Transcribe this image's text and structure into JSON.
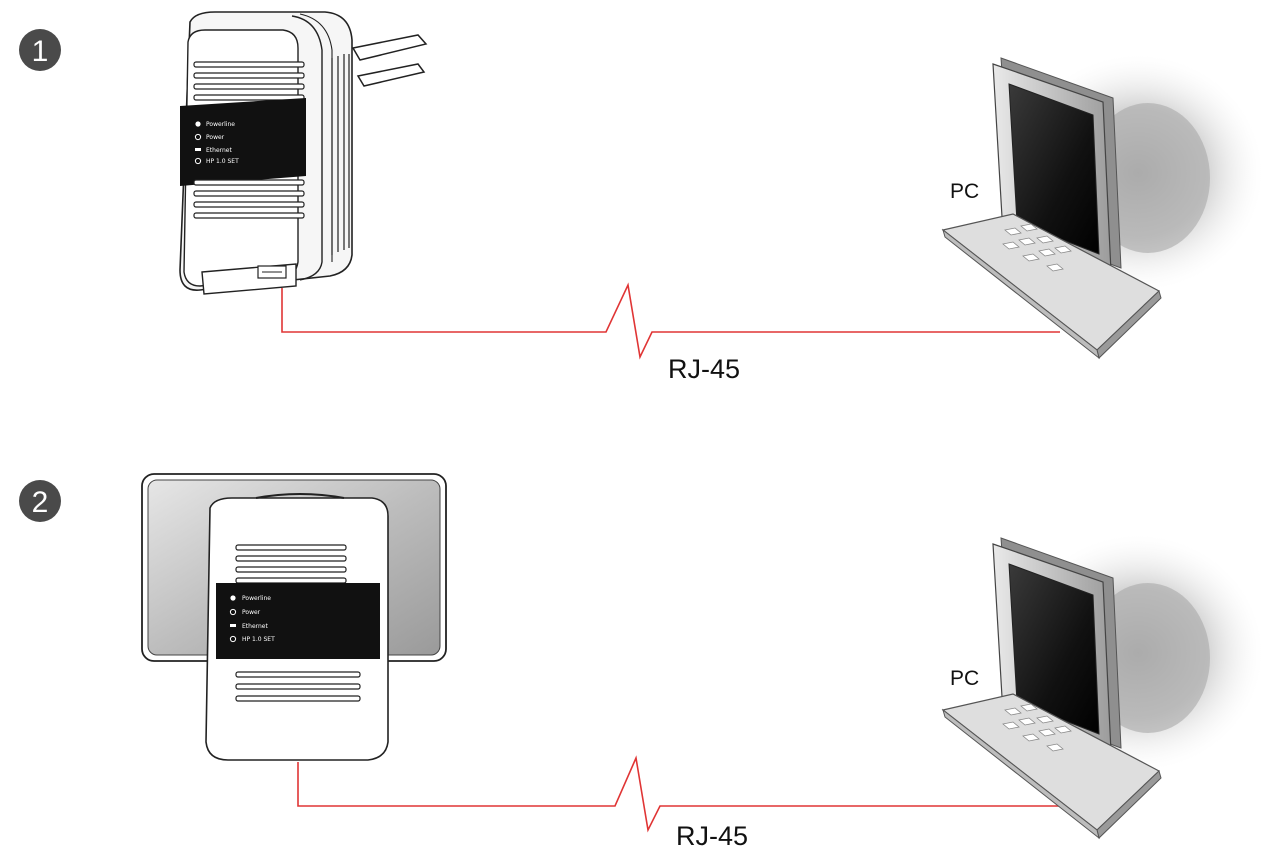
{
  "steps": [
    {
      "number": "1",
      "pc_label": "PC",
      "cable_label": "RJ-45",
      "leds": [
        "Powerline",
        "Power",
        "Ethernet",
        "HP 1.0 SET"
      ]
    },
    {
      "number": "2",
      "pc_label": "PC",
      "cable_label": "RJ-45",
      "leds": [
        "Powerline",
        "Power",
        "Ethernet",
        "HP 1.0 SET"
      ]
    }
  ],
  "colors": {
    "cable": "#e03535",
    "badge": "#4a4a4a",
    "label_band": "#111111",
    "wall_plate": "#c8c8c8"
  },
  "icons": [
    "powerline-adapter-icon",
    "wall-outlet-icon",
    "pc-monitor-icon",
    "keyboard-icon"
  ]
}
